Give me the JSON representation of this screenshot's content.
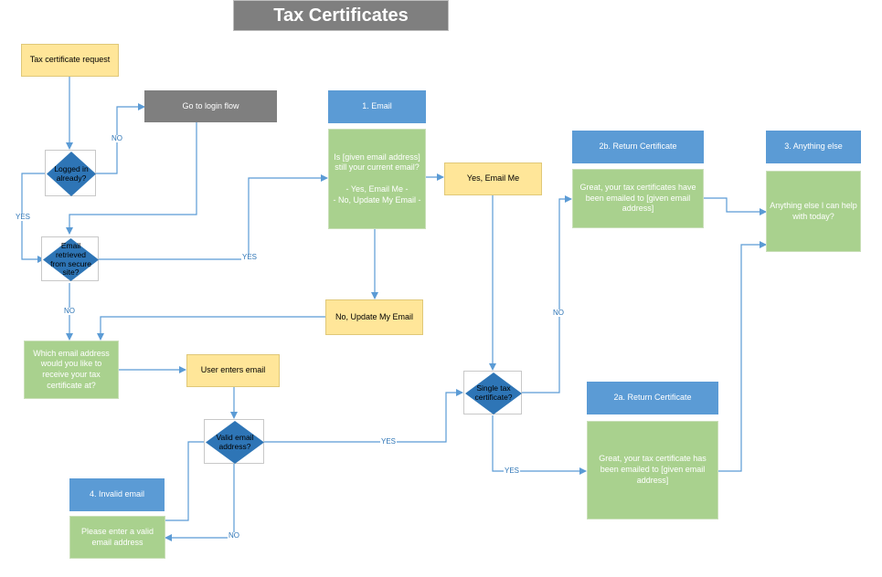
{
  "title": "Tax Certificates",
  "colors": {
    "start": "#ffe699",
    "action": "#7f7f7f",
    "header": "#5b9bd5",
    "message": "#a9d18e",
    "decision": "#2e75b6",
    "connector": "#5b9bd5"
  },
  "nodes": {
    "request": "Tax certificate request",
    "login": "Go to login flow",
    "logged_in": "Logged in\nalready?",
    "email_retrieved": "Email\nretrieved\nfrom secure\nsite?",
    "which_email": "Which email address\nwould you like to\nreceive your tax\ncertificate at?",
    "user_enters": "User enters email",
    "valid_email": "Valid email\naddress?",
    "invalid_header": "4. Invalid email",
    "invalid_msg": "Please enter a valid\nemail address",
    "email_header": "1. Email",
    "email_msg": "Is [given email address]\nstill your current email?\n\n- Yes, Email Me -\n- No, Update My Email -",
    "yes_email": "Yes, Email Me",
    "no_update": "No, Update My Email",
    "single_tax": "Single tax\ncertificate?",
    "return2b_header": "2b. Return Certificate",
    "return2b_msg": "Great, your tax certificates have\nbeen emailed to [given email\naddress]",
    "return2a_header": "2a. Return Certificate",
    "return2a_msg": "Great, your tax certificate has\nbeen emailed to [given email\naddress]",
    "anything_header": "3. Anything else",
    "anything_msg": "Anything else I can help\nwith today?"
  },
  "edge_labels": {
    "logged_no": "NO",
    "logged_yes": "YES",
    "retrieved_yes": "YES",
    "retrieved_no": "NO",
    "valid_yes": "YES",
    "valid_no": "NO",
    "single_no": "NO",
    "single_yes": "YES"
  }
}
